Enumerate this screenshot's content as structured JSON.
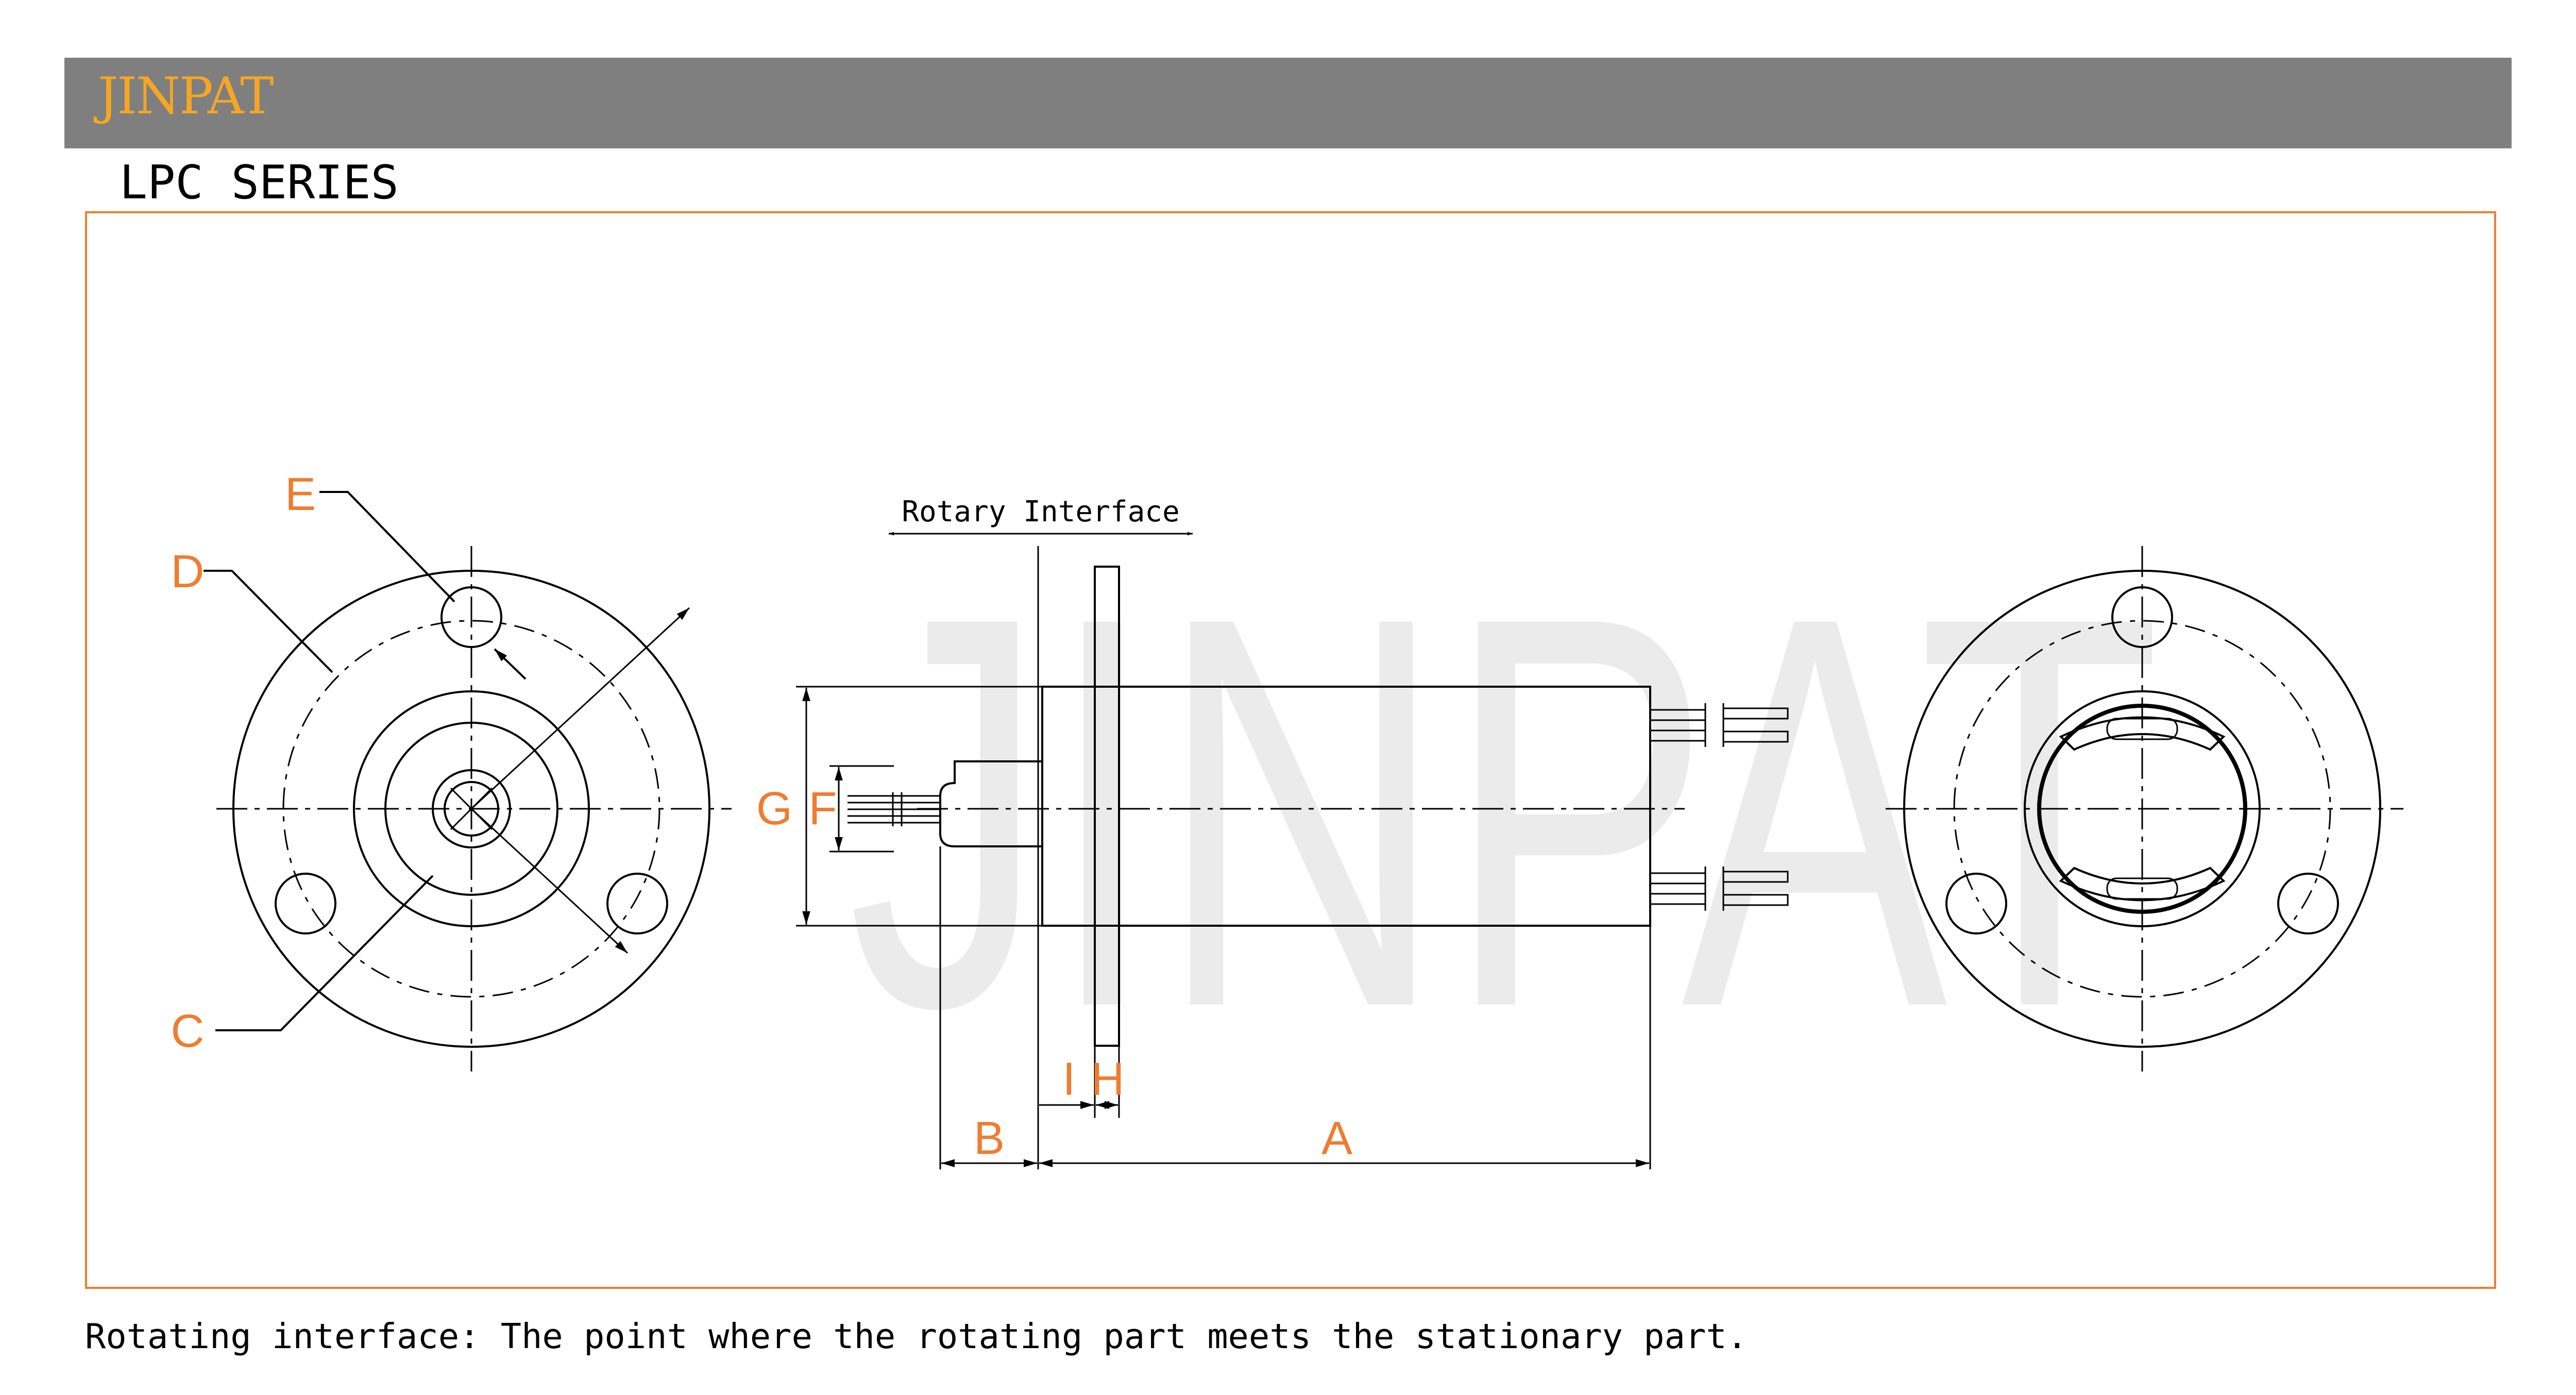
{
  "header": {
    "brand": "JINPAT"
  },
  "page_title": "LPC SERIES",
  "watermark": "JINPAT",
  "drawing": {
    "interface_label": "Rotary Interface",
    "dimension_labels": {
      "A": "A",
      "B": "B",
      "C": "C",
      "D": "D",
      "E": "E",
      "F": "F",
      "G": "G",
      "H": "H",
      "I": "I"
    }
  },
  "footnote": "Rotating interface: The point where the rotating part meets the stationary part.",
  "colors": {
    "header_bg": "#7f7f7f",
    "brand": "#f5a623",
    "accent": "#ee7d31",
    "line": "#000000",
    "watermark": "#ebebeb"
  }
}
